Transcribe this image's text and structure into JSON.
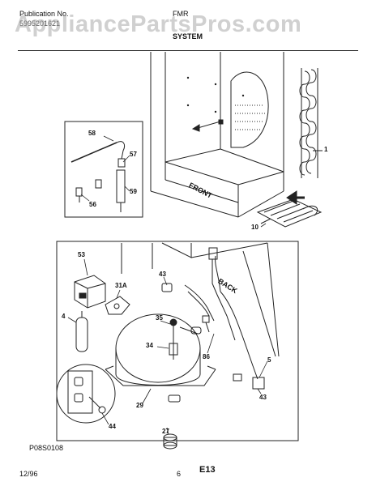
{
  "header": {
    "publication_label": "Publication No.",
    "publication_number": "5995201621",
    "model_label": "FMR",
    "section_title": "SYSTEM",
    "watermark": "AppliancePartsPros.com"
  },
  "top_diagram": {
    "front_label": "FRONT",
    "callouts": [
      "58",
      "57",
      "59",
      "56",
      "1",
      "10"
    ]
  },
  "bottom_diagram": {
    "back_label": "BACK",
    "callouts": [
      "53",
      "31A",
      "43",
      "4",
      "35",
      "34",
      "86",
      "5",
      "29",
      "43",
      "44",
      "27"
    ],
    "figure_code": "P08S0108"
  },
  "footer": {
    "date": "12/96",
    "page": "6",
    "section_code": "E13"
  }
}
